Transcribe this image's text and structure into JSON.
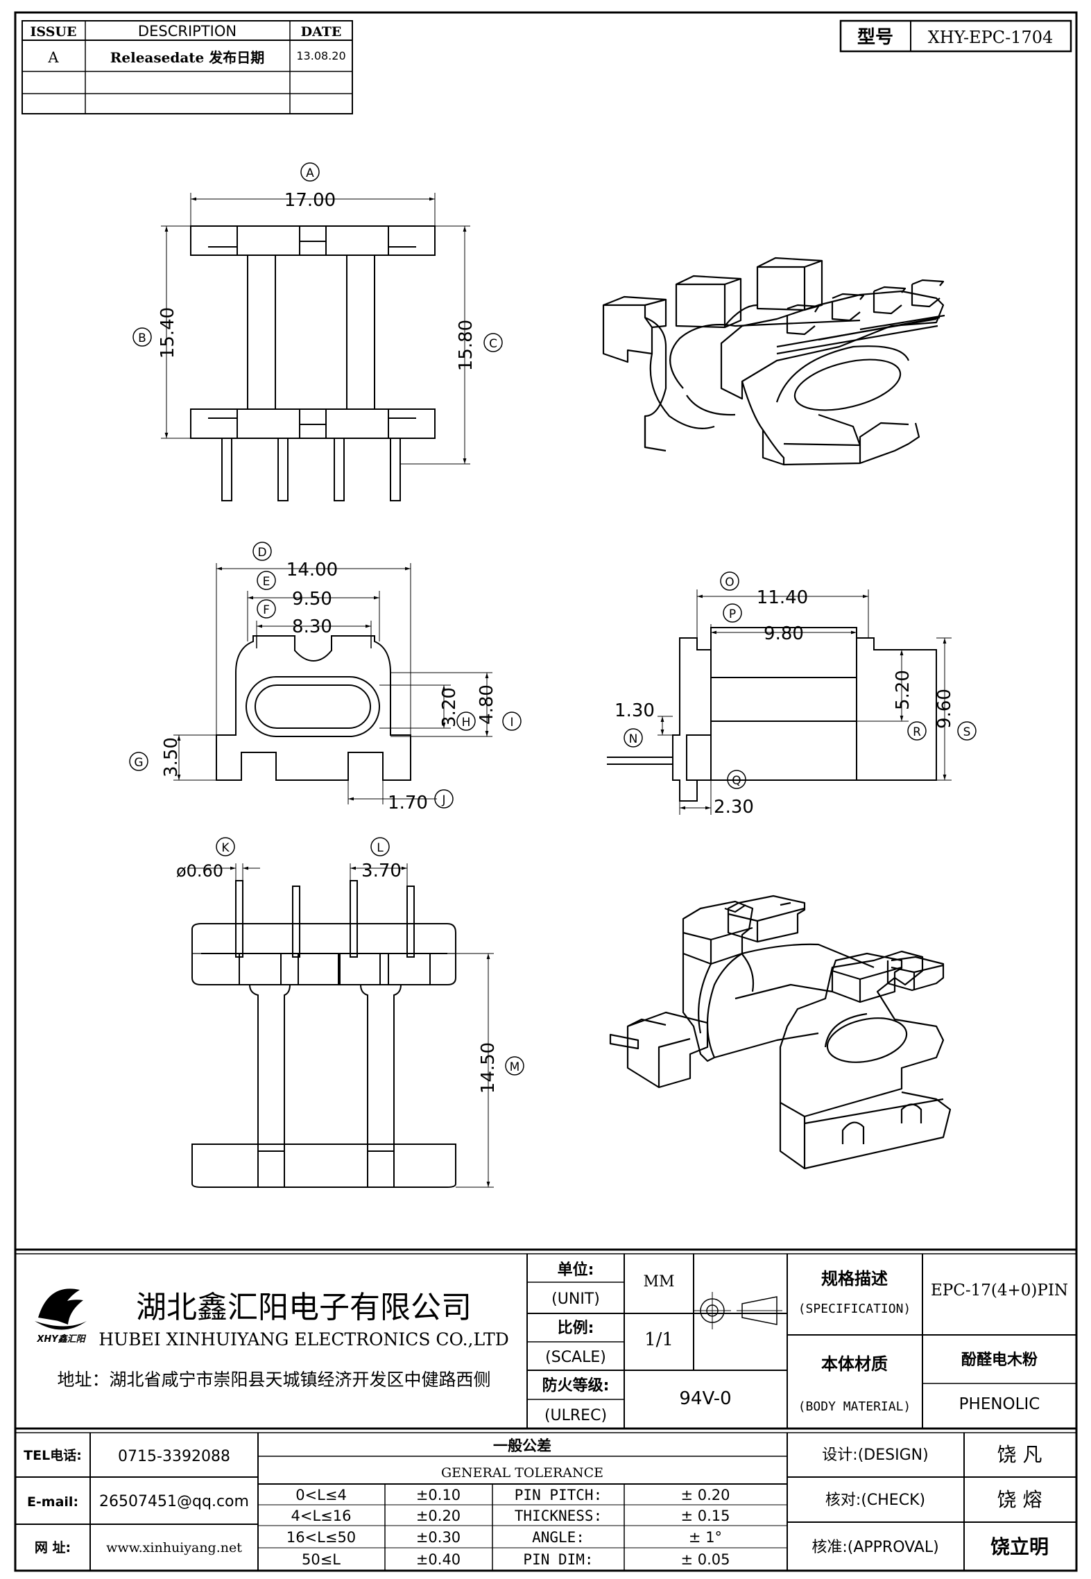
{
  "revision_table": {
    "headers": {
      "issue": "ISSUE",
      "description": "DESCRIPTION",
      "date": "DATE"
    },
    "rows": [
      {
        "issue": "A",
        "description": "Releasedate 发布日期",
        "date": "13.08.20"
      }
    ]
  },
  "model": {
    "label": "型号",
    "value": "XHY-EPC-1704"
  },
  "dimensions": {
    "A": "17.00",
    "B": "15.40",
    "C": "15.80",
    "D": "14.00",
    "E": "9.50",
    "F": "8.30",
    "G": "3.50",
    "H": "3.20",
    "I": "4.80",
    "J": "1.70",
    "O": "11.40",
    "P": "9.80",
    "R": "5.20",
    "S": "9.60",
    "N": "1.30",
    "Q": "2.30",
    "K": "ø0.60",
    "L": "3.70",
    "M": "14.50"
  },
  "company": {
    "name_cn": "湖北鑫汇阳电子有限公司",
    "name_en": "HUBEI XINHUIYANG ELECTRONICS CO.,LTD",
    "address": "地址：湖北省咸宁市崇阳县天城镇经济开发区中健路西侧",
    "logo_text": "XHY鑫汇阳"
  },
  "spec_block": {
    "unit_cn": "单位:",
    "unit_en": "(UNIT)",
    "unit_value": "MM",
    "scale_cn": "比例:",
    "scale_en": "(SCALE)",
    "scale_value": "1/1",
    "fire_cn": "防火等级:",
    "fire_en": "(ULREC)",
    "fire_value": "94V-0",
    "spec_cn": "规格描述",
    "spec_en": "(SPECIFICATION)",
    "spec_value": "EPC-17(4+0)PIN",
    "material_cn": "本体材质",
    "material_en": "(BODY MATERIAL)",
    "material_value_cn": "酚醛电木粉",
    "material_value_en": "PHENOLIC"
  },
  "contact": {
    "tel_label": "TEL电话:",
    "tel": "0715-3392088",
    "email_label": "E-mail:",
    "email": "26507451@qq.com",
    "web_label": "网  址:",
    "web": "www.xinhuiyang.net"
  },
  "tolerance": {
    "title_cn": "一般公差",
    "title_en": "GENERAL TOLERANCE",
    "ranges": [
      {
        "range": "0<L≤4",
        "tol": "±0.10"
      },
      {
        "range": "4<L≤16",
        "tol": "±0.20"
      },
      {
        "range": "16<L≤50",
        "tol": "±0.30"
      },
      {
        "range": "50≤L",
        "tol": "±0.40"
      }
    ],
    "other": [
      {
        "label": "PIN PITCH:",
        "value": "± 0.20"
      },
      {
        "label": "THICKNESS:",
        "value": "± 0.15"
      },
      {
        "label": "ANGLE:",
        "value": "± 1°"
      },
      {
        "label": "PIN DIM:",
        "value": "± 0.05"
      }
    ]
  },
  "approvals": {
    "design_label": "设计:(DESIGN)",
    "design": "饶  凡",
    "check_label": "核对:(CHECK)",
    "check": "饶  熔",
    "approval_label": "核准:(APPROVAL)",
    "approval": "饶立明"
  }
}
